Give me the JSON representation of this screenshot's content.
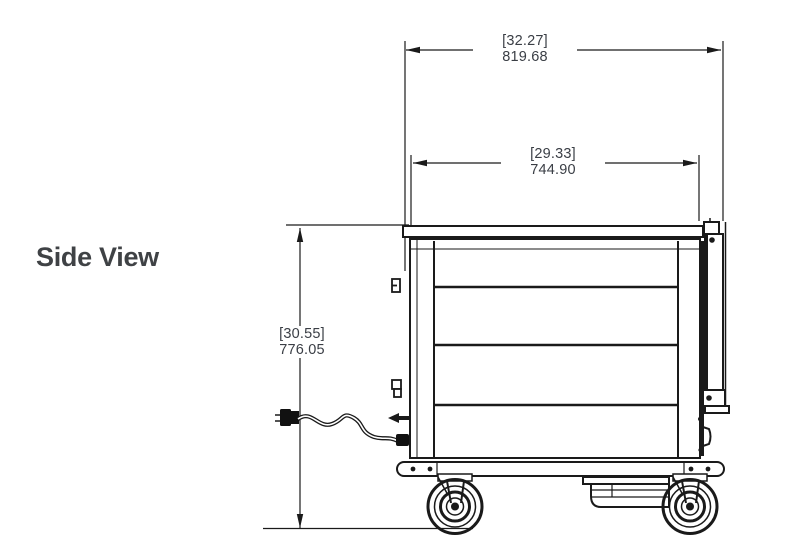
{
  "title_label": "Side View",
  "dimensions": {
    "overall_depth": {
      "inches": "[32.27]",
      "millimeters": "819.68"
    },
    "body_depth": {
      "inches": "[29.33]",
      "millimeters": "744.90"
    },
    "overall_height": {
      "inches": "[30.55]",
      "millimeters": "776.05"
    }
  },
  "colors": {
    "background": "#ffffff",
    "line": "#1a1a1a",
    "dimension_text": "#3a3e45",
    "label_text": "#3f4245"
  }
}
